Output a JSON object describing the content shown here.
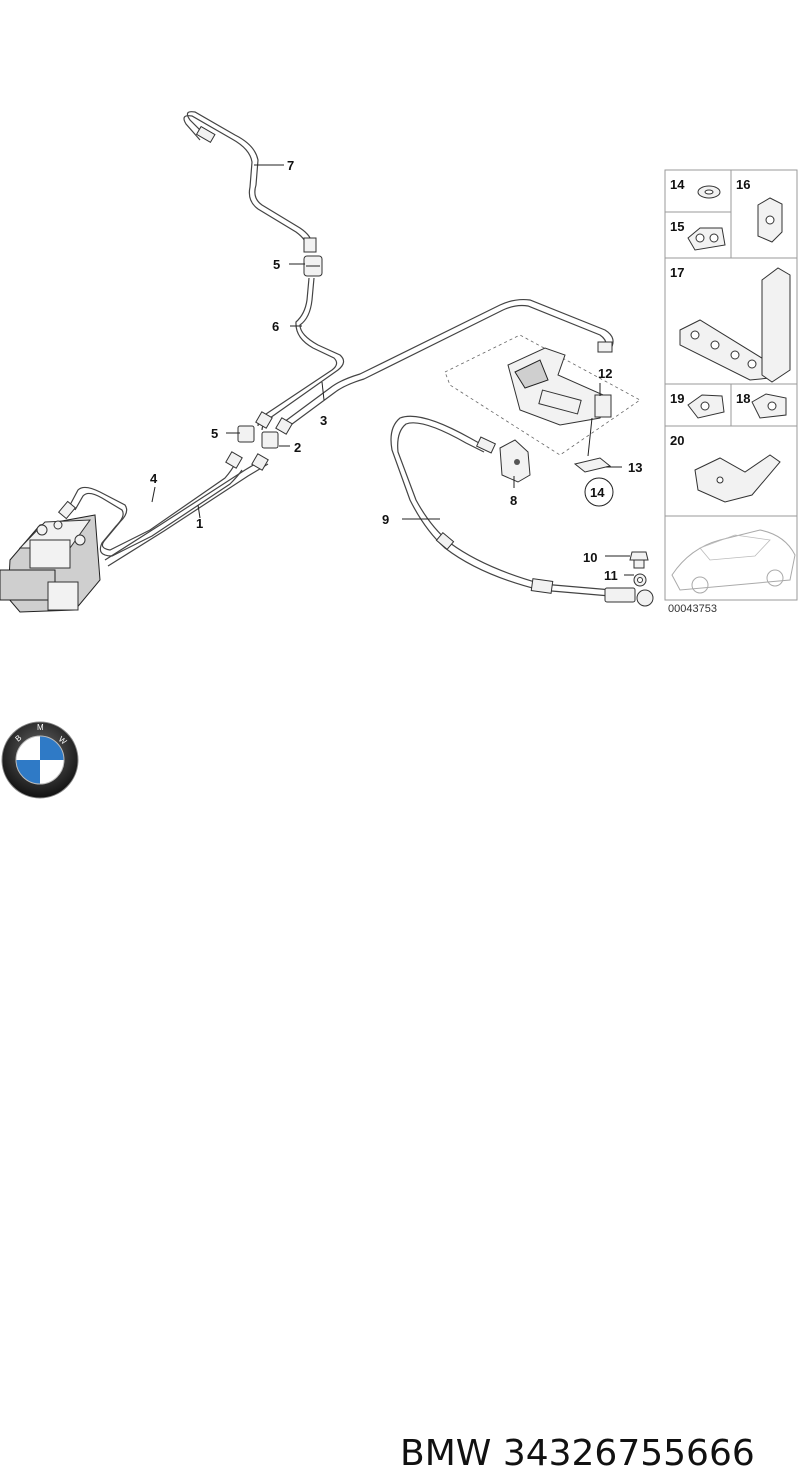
{
  "labels": {
    "c1": "1",
    "c2": "2",
    "c3": "3",
    "c4": "4",
    "c5a": "5",
    "c5b": "5",
    "c6": "6",
    "c7": "7",
    "c8": "8",
    "c9": "9",
    "c10": "10",
    "c11": "11",
    "c12": "12",
    "c13": "13",
    "c14": "14"
  },
  "panel": {
    "p14": "14",
    "p16": "16",
    "p15": "15",
    "p17": "17",
    "p19": "19",
    "p18": "18",
    "p20": "20"
  },
  "image_code": "00043753",
  "footer": {
    "brand": "BMW",
    "part_number": "34326755666"
  },
  "colors": {
    "line": "#333333",
    "panel_border": "#9a9a9a",
    "logo_blue": "#2f7ac6"
  }
}
